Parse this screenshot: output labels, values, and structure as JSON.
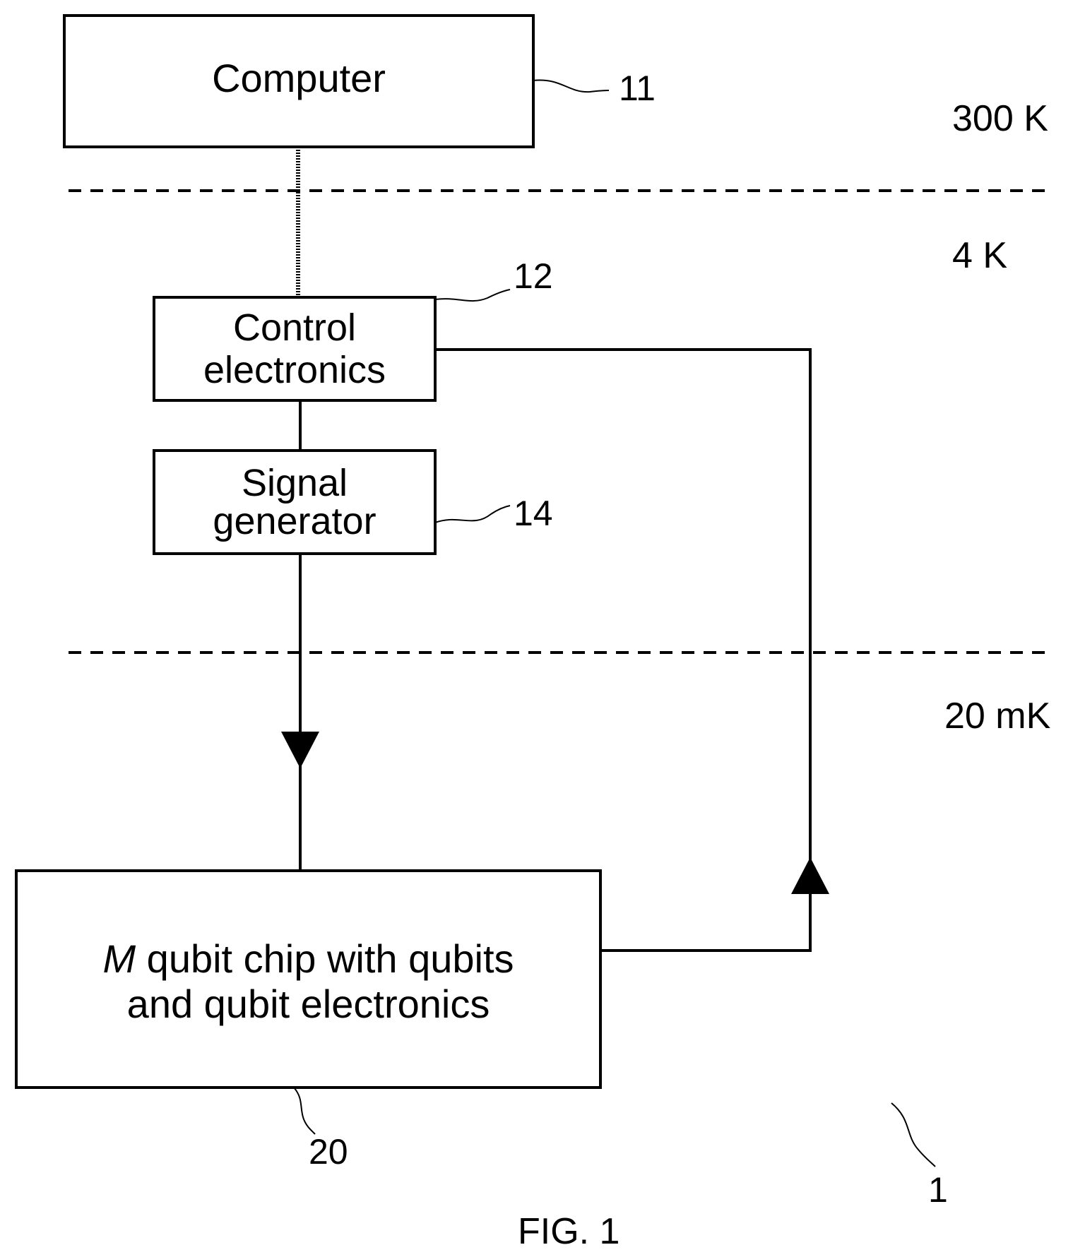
{
  "blocks": {
    "computer": {
      "label": "Computer",
      "ref": "11"
    },
    "control_electronics": {
      "line1": "Control",
      "line2": "electronics",
      "ref": "12"
    },
    "signal_generator": {
      "line1": "Signal",
      "line2": "generator",
      "ref": "14"
    },
    "qubit_chip": {
      "label_var": "M",
      "label_rest": " qubit chip with qubits",
      "line2": "and qubit electronics",
      "ref": "20"
    }
  },
  "temperature_zones": [
    "300 K",
    "4 K",
    "20 mK"
  ],
  "system_ref": "1",
  "figure_caption": "FIG. 1",
  "colors": {
    "ink": "#000000",
    "background": "#ffffff"
  }
}
